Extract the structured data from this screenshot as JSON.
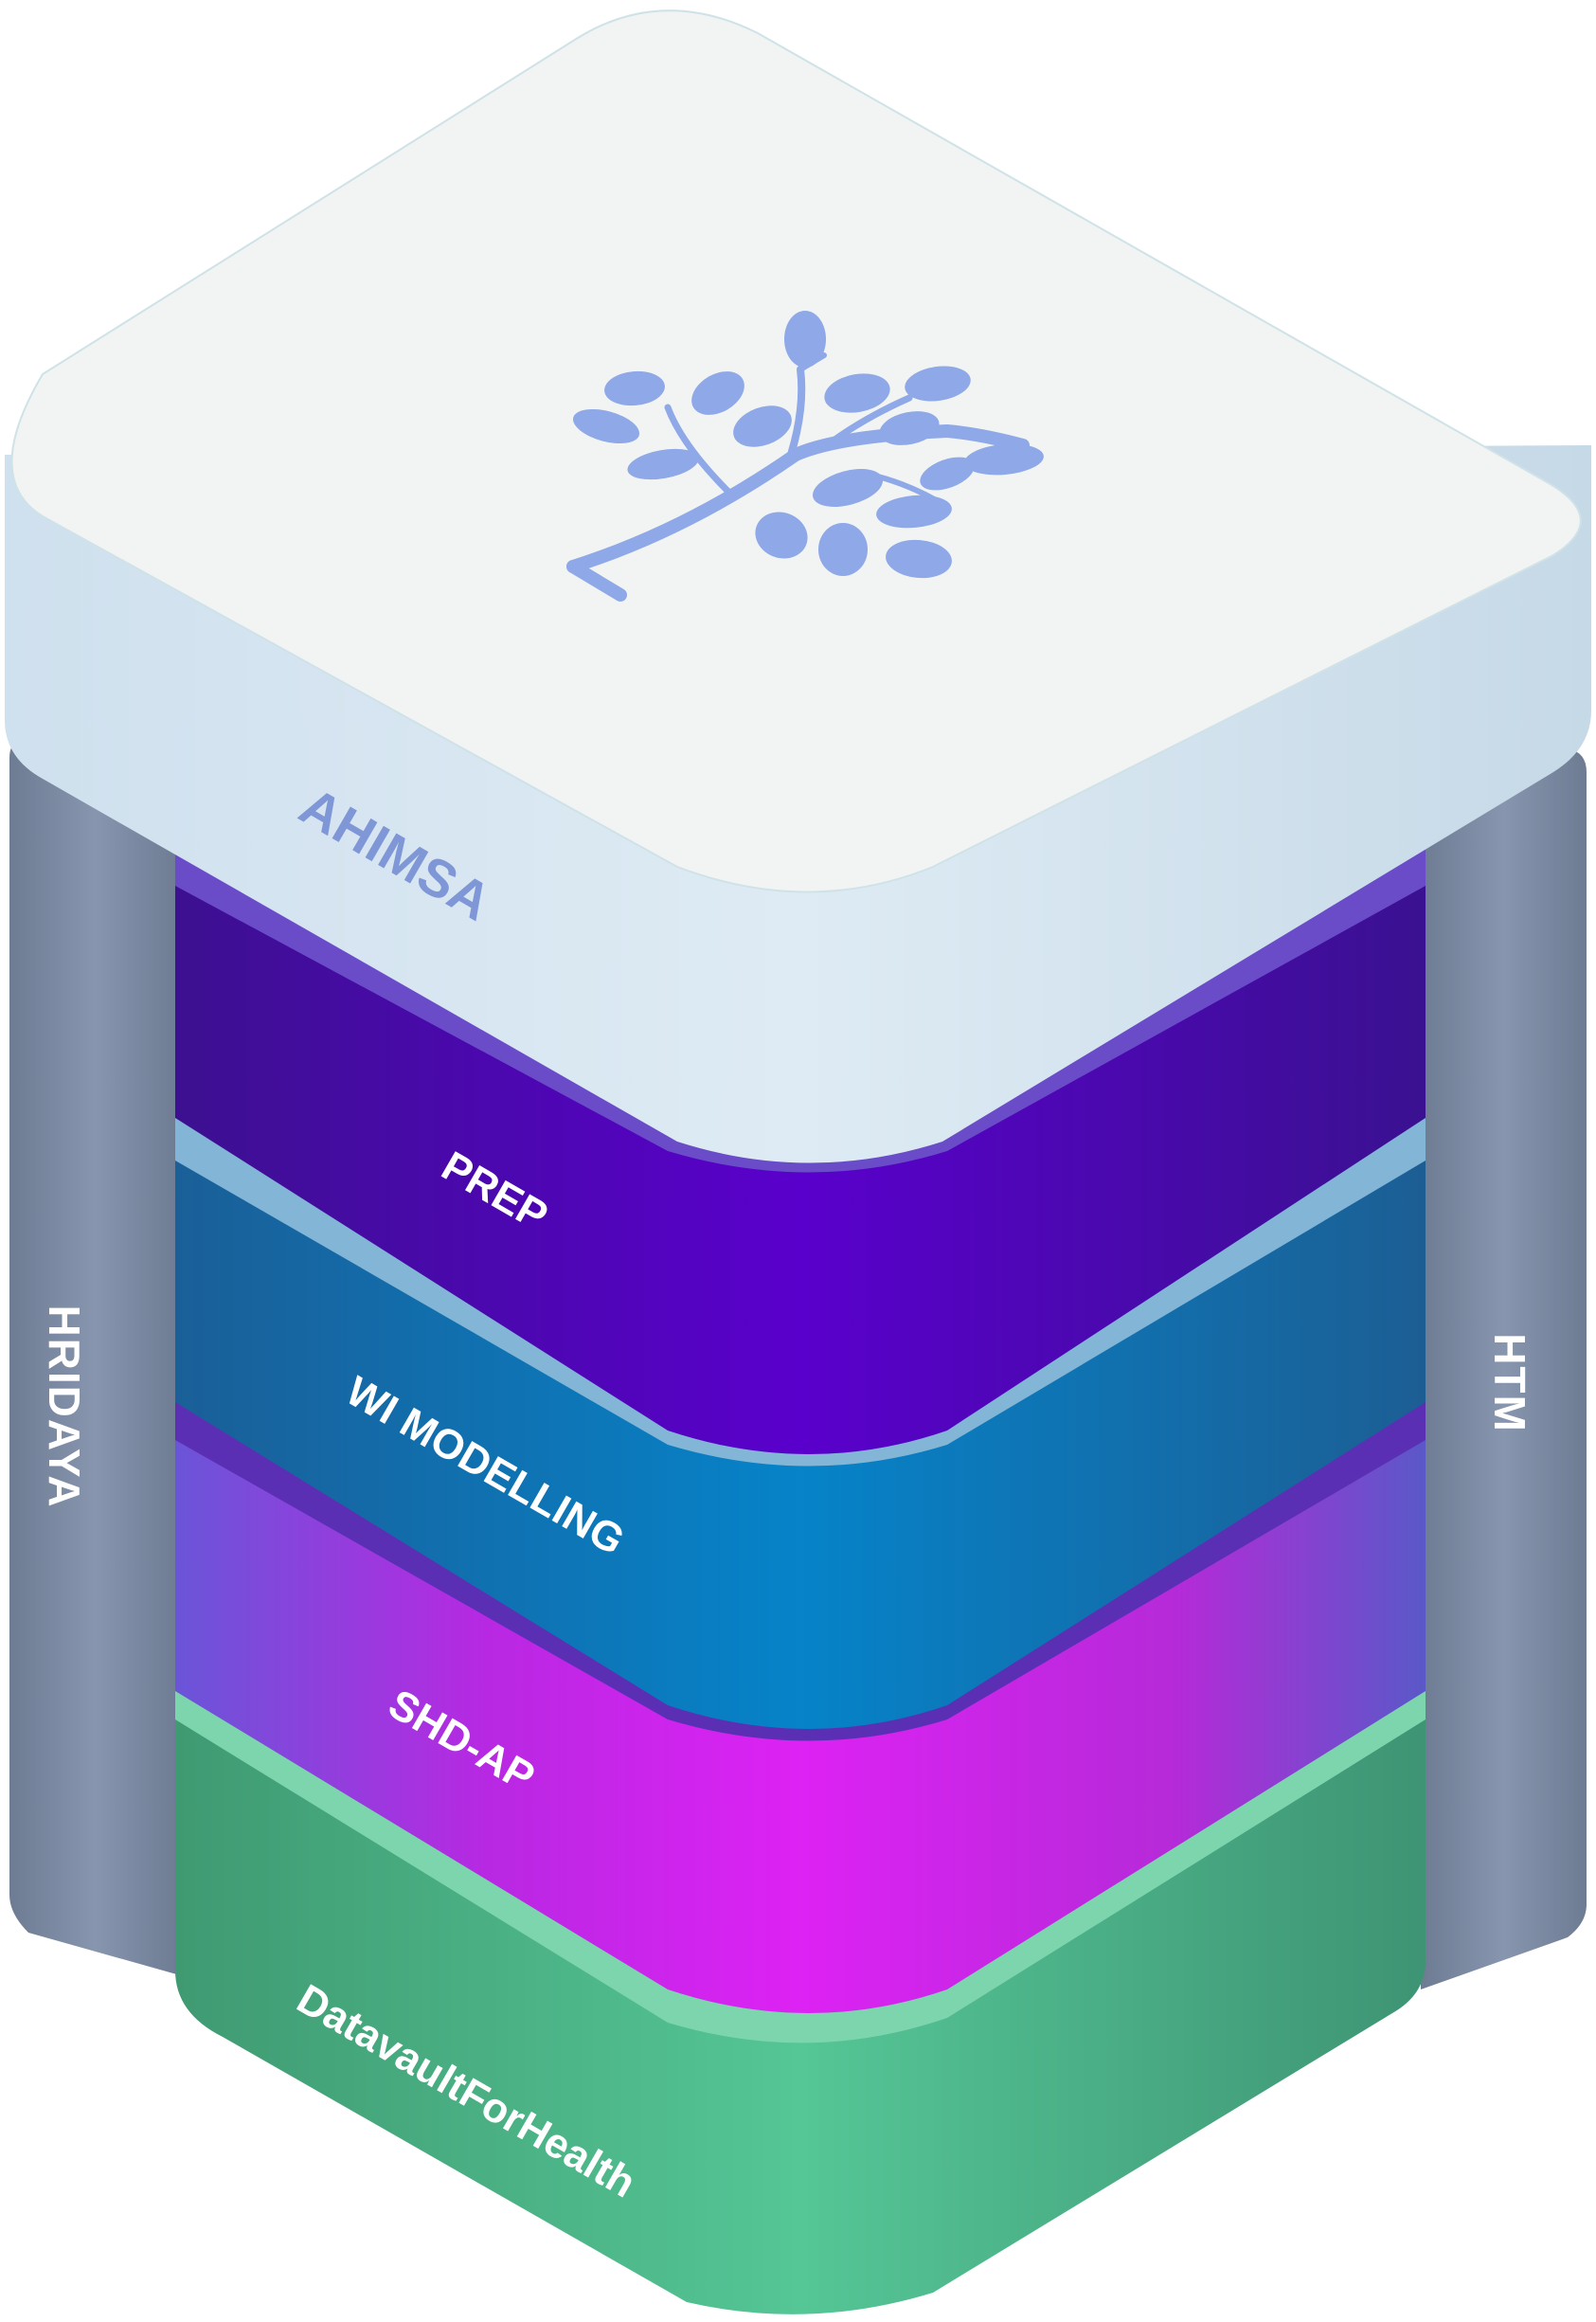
{
  "diagram": {
    "top_layer": {
      "label": "AHIMSA",
      "icon": "tree-icon",
      "top_color": "#f1f4f2",
      "side_color": "#cfe1ee",
      "text_color": "#7f97d6"
    },
    "left_pillar": {
      "label": "HRIDAYA",
      "color": "#7c8ba3"
    },
    "right_pillar": {
      "label": "HTM",
      "color": "#7c8ba3"
    },
    "layers": [
      {
        "label": "PREP",
        "color": "#4d12b0",
        "rim_color": "#6a4cc8"
      },
      {
        "label": "WI MODELLING",
        "color": "#1677b4",
        "rim_color": "#82b5d6"
      },
      {
        "label": "SHD-AP",
        "color": "#c222e4",
        "rim_color": "#5b2fb4"
      },
      {
        "label": "DatavaultForHealth",
        "color": "#4fb58a",
        "rim_color": "#7dd5ad"
      }
    ],
    "tree_color": "#8ea8e8"
  }
}
